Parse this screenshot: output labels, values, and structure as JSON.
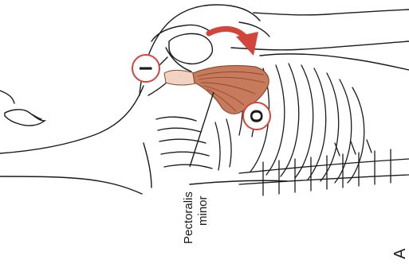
{
  "figure": {
    "panel_letter": "A",
    "muscle_label_line1": "Pectoralis",
    "muscle_label_line2": "minor",
    "insertion_marker": "I",
    "origin_marker": "O",
    "colors": {
      "outline": "#1a1a1a",
      "muscle": "#c77a5c",
      "muscle_dark": "#8a4a33",
      "tendon": "#f2d2c3",
      "arrow": "#d2453a",
      "marker_ring": "#d2453a"
    }
  }
}
